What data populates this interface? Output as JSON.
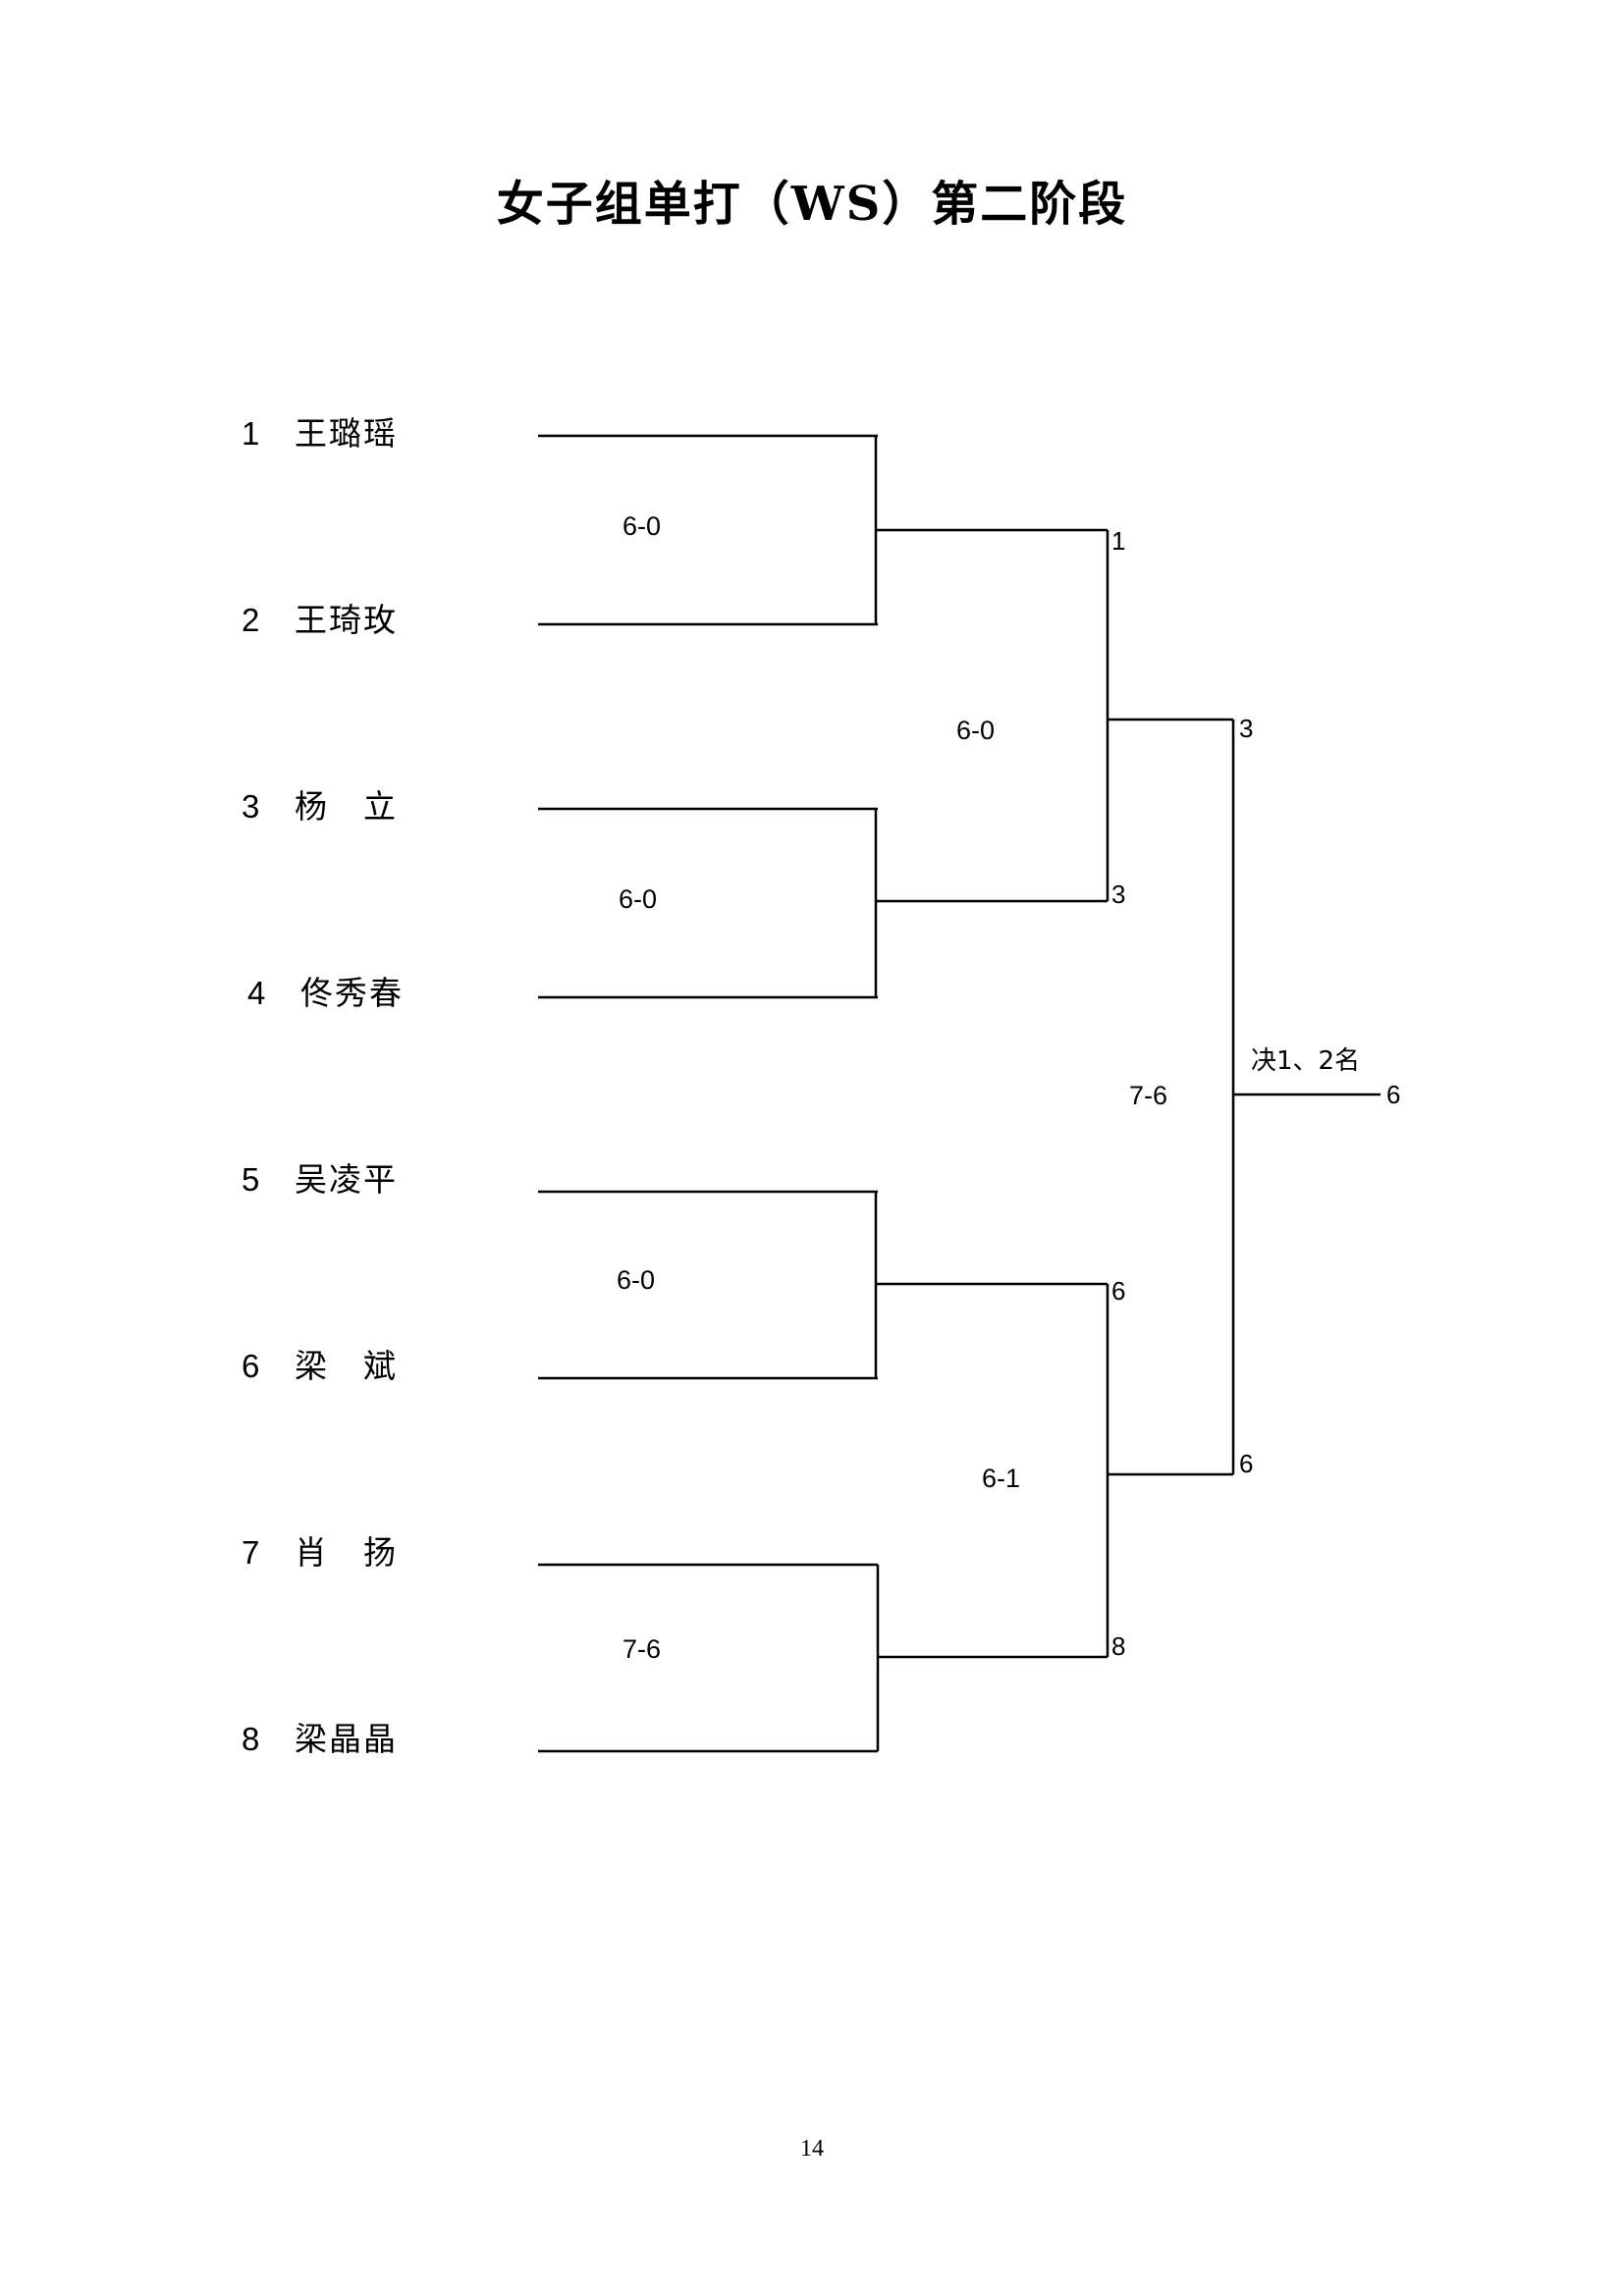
{
  "title": "女子组单打（WS）第二阶段",
  "players": [
    {
      "seed": "1",
      "name": "王璐瑶"
    },
    {
      "seed": "2",
      "name": "王琦玫"
    },
    {
      "seed": "3",
      "name": "杨　立"
    },
    {
      "seed": "4",
      "name": "佟秀春"
    },
    {
      "seed": "5",
      "name": "吴凌平"
    },
    {
      "seed": "6",
      "name": "梁　斌"
    },
    {
      "seed": "7",
      "name": "肖　扬"
    },
    {
      "seed": "8",
      "name": "梁晶晶"
    }
  ],
  "round1": [
    {
      "score": "6-0",
      "winner": "1"
    },
    {
      "score": "6-0",
      "winner": "3"
    },
    {
      "score": "6-0",
      "winner": "6"
    },
    {
      "score": "7-6",
      "winner": "8"
    }
  ],
  "semifinals": [
    {
      "score": "6-0",
      "winner": "3"
    },
    {
      "score": "6-1",
      "winner": "6"
    }
  ],
  "final": {
    "label": "决1、2名",
    "score": "7-6",
    "winner": "6"
  },
  "page_number": "14"
}
